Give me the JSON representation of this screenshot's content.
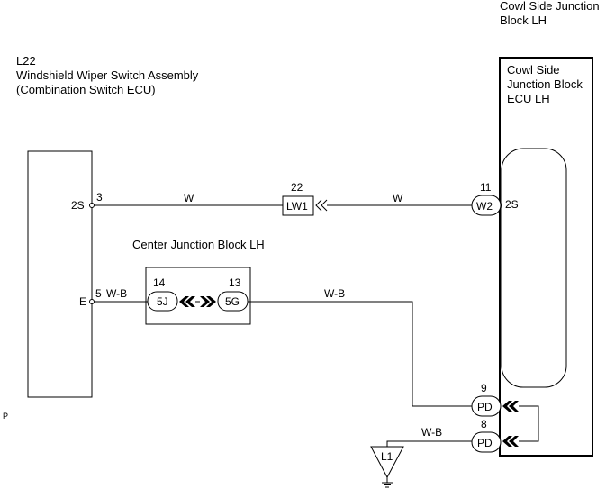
{
  "cowl_block": {
    "title_line1": "Cowl Side Junction",
    "title_line2": "Block LH",
    "ecu_line1": "Cowl Side",
    "ecu_line2": "Junction Block",
    "ecu_line3": "ECU LH",
    "pin_2s": "2S"
  },
  "switch": {
    "code": "L22",
    "name": "Windshield Wiper Switch Assembly",
    "sub": "(Combination Switch ECU)",
    "pin_2s_label": "2S",
    "pin_2s_num": "3",
    "pin_e_label": "E",
    "pin_e_num": "5"
  },
  "center_block": {
    "title": "Center Junction Block LH",
    "pin_left_num": "14",
    "pin_left": "5J",
    "pin_right_num": "13",
    "pin_right": "5G"
  },
  "connectors": {
    "lw1_num": "22",
    "lw1": "LW1",
    "w2_num": "11",
    "w2": "W2",
    "pd_upper_num": "9",
    "pd_upper": "PD",
    "pd_lower_num": "8",
    "pd_lower": "PD"
  },
  "wires": {
    "w_left": "W",
    "w_right": "W",
    "wb_short": "W-B",
    "wb_long": "W-B",
    "wb_ground": "W-B"
  },
  "ground": {
    "label": "L1"
  },
  "margin_mark": "P"
}
